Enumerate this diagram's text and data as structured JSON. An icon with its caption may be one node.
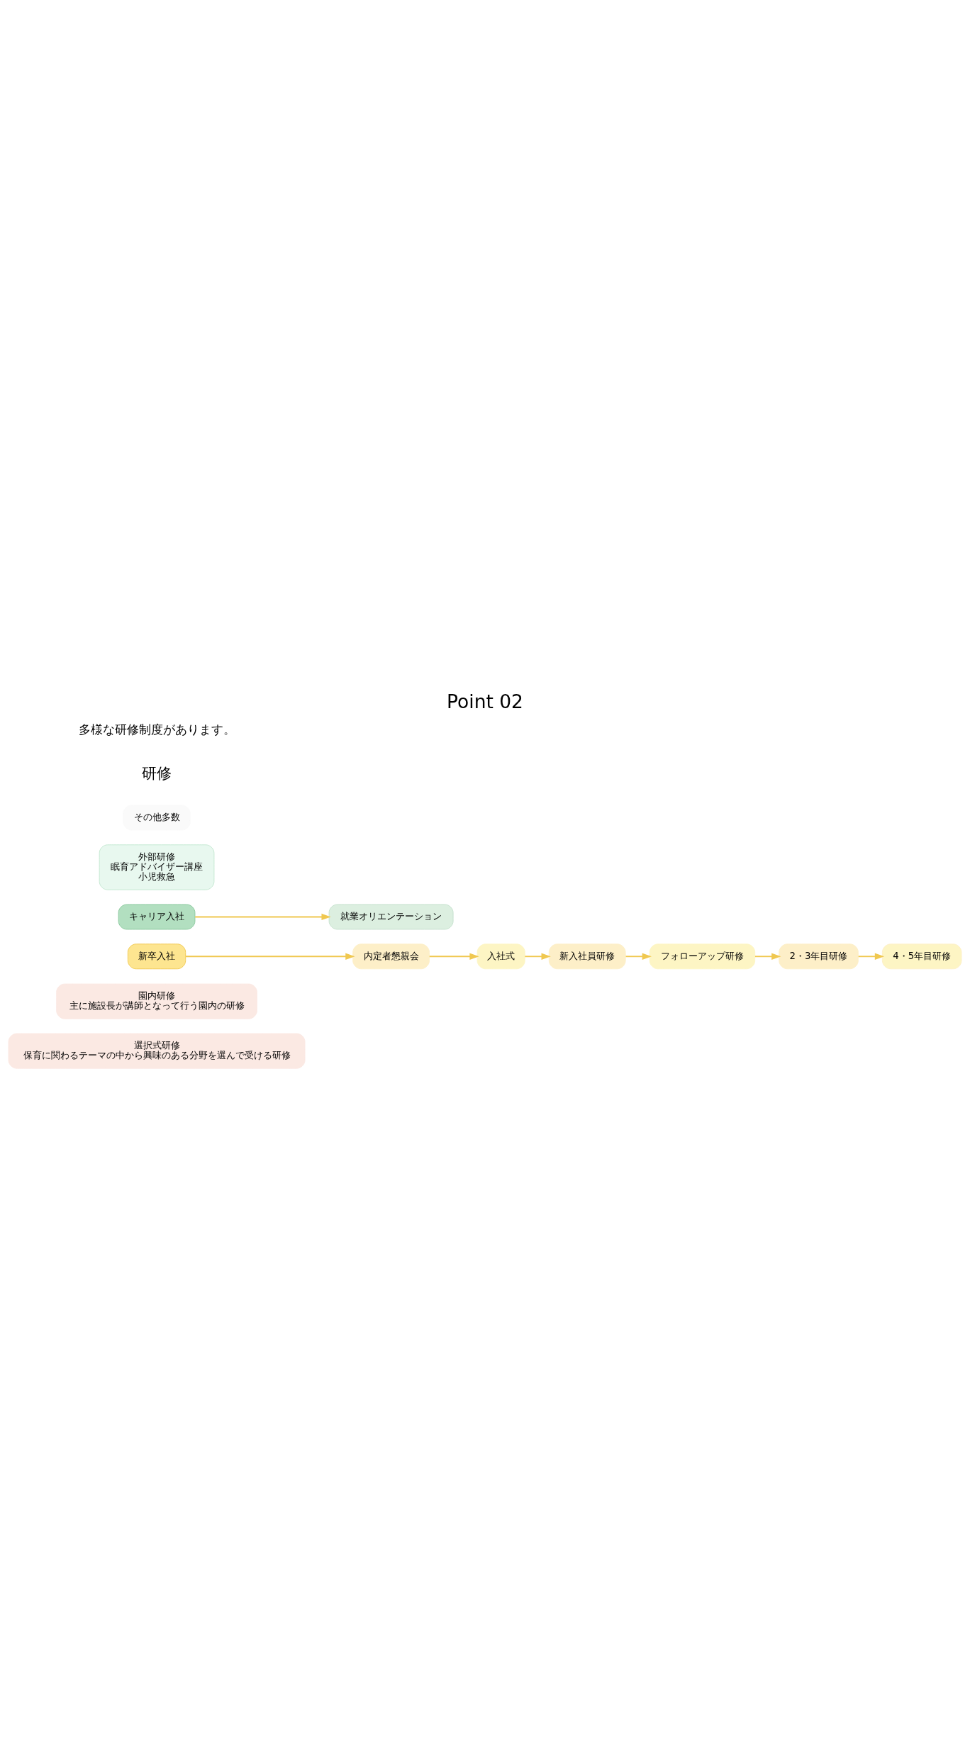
{
  "diagram": {
    "title": "Point 02",
    "nodes": [
      {
        "text": [
          "選択式研修",
          "保育に関わるテーマの中から興味のある分野を選んで受ける研修"
        ]
      },
      {
        "text": [
          "園内研修",
          "主に施設長が講師となって行う園内の研修"
        ]
      },
      {
        "text": [
          "新卒入社"
        ]
      },
      {
        "text": [
          "内定者懇親会"
        ]
      },
      {
        "text": [
          "入社式"
        ]
      },
      {
        "text": [
          "新入社員研修"
        ]
      },
      {
        "text": [
          "フォローアップ研修"
        ]
      },
      {
        "text": [
          "2・3年目研修"
        ]
      },
      {
        "text": [
          "4・5年目研修"
        ]
      },
      {
        "text": [
          "キャリア入社"
        ]
      },
      {
        "text": [
          "就業オリエンテーション"
        ]
      },
      {
        "text": [
          "外部研修",
          "眠育アドバイザー講座",
          "小児救急"
        ]
      },
      {
        "text": [
          "その他多数"
        ]
      }
    ],
    "edges": [
      {
        "from": 2,
        "to": 3,
        "arrow": "to"
      },
      {
        "from": 3,
        "to": 4,
        "arrow": "to"
      },
      {
        "from": 4,
        "to": 5,
        "arrow": "to"
      },
      {
        "from": 5,
        "to": 6,
        "arrow": "to"
      },
      {
        "from": 6,
        "to": 7,
        "arrow": "to"
      },
      {
        "from": 7,
        "to": 8,
        "arrow": "to"
      },
      {
        "from": 9,
        "to": 10,
        "arrow": "to"
      }
    ],
    "labels": [
      "研修",
      "多様な研修制度があります。"
    ]
  }
}
